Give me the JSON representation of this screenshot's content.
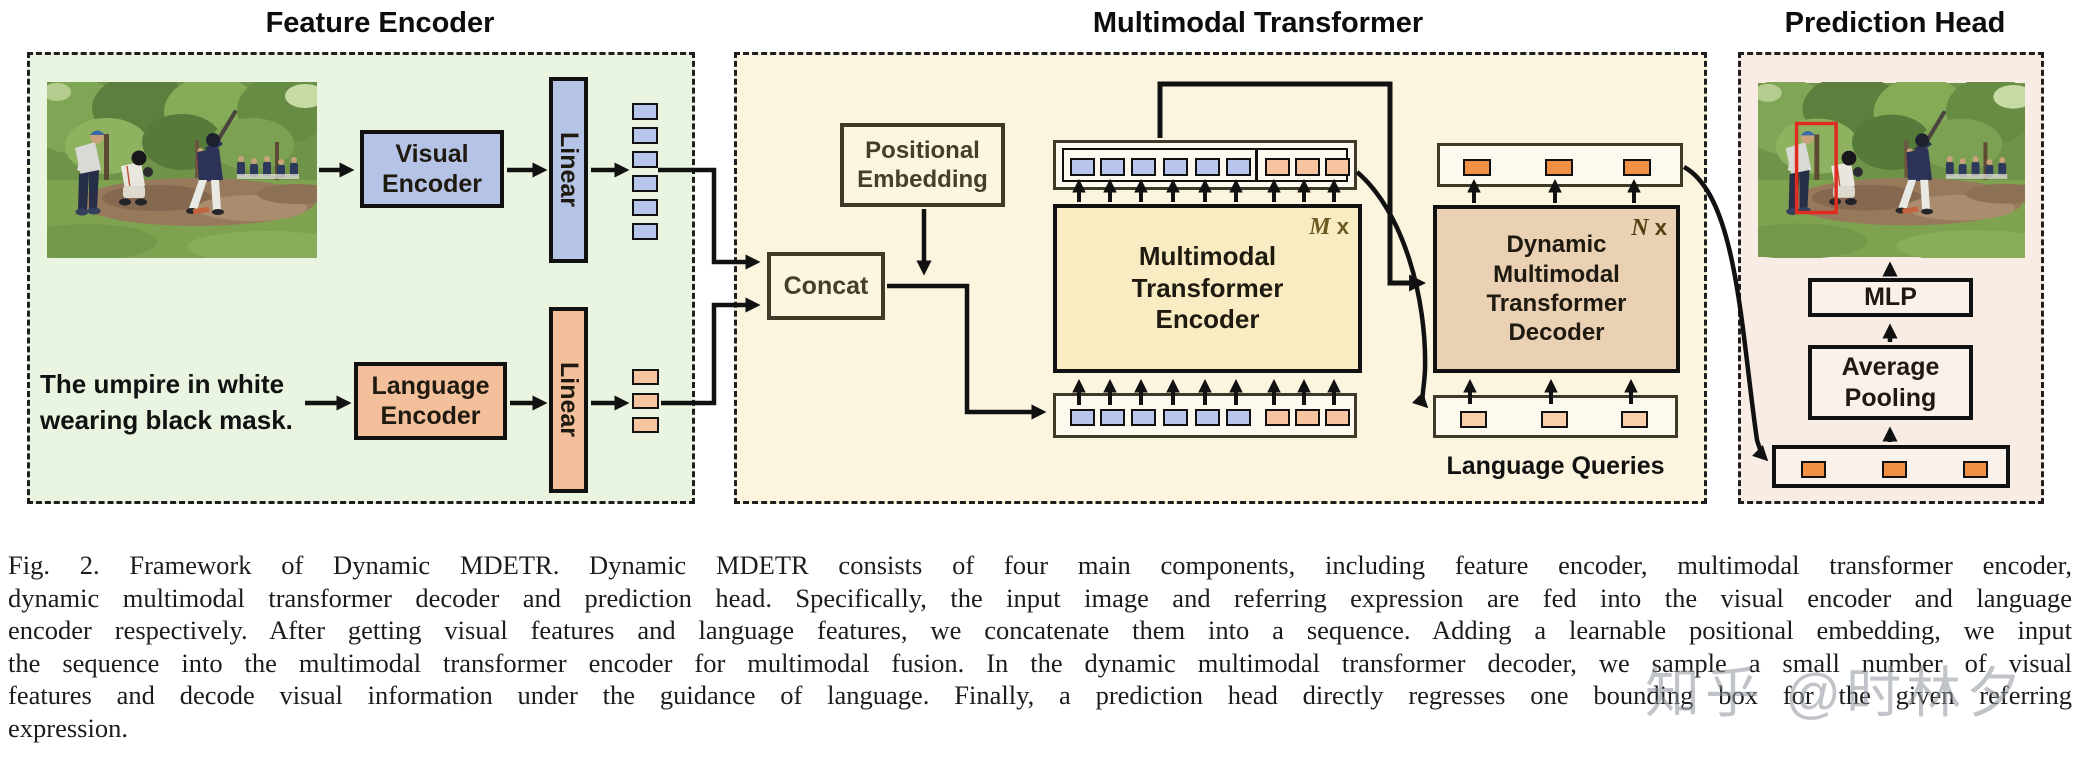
{
  "titles": {
    "feature": "Feature Encoder",
    "transformer": "Multimodal Transformer",
    "prediction": "Prediction Head"
  },
  "feature_encoder": {
    "query_lines": [
      "The umpire in white",
      "wearing black mask."
    ],
    "visual_encoder_lines": [
      "Visual",
      "Encoder"
    ],
    "language_encoder_lines": [
      "Language",
      "Encoder"
    ],
    "linear_label": "Linear"
  },
  "transformer": {
    "positional_embedding_lines": [
      "Positional",
      "Embedding"
    ],
    "concat_label": "Concat",
    "encoder_lines": [
      "Multimodal",
      "Transformer",
      "Encoder"
    ],
    "encoder_repeat": {
      "letter": "M",
      "times": "x"
    },
    "decoder_lines": [
      "Dynamic",
      "Multimodal",
      "Transformer",
      "Decoder"
    ],
    "decoder_repeat": {
      "letter": "N",
      "times": "x"
    },
    "language_queries_label": "Language Queries"
  },
  "prediction_head": {
    "mlp_label": "MLP",
    "avg_pooling_lines": [
      "Average",
      "Pooling"
    ]
  },
  "tokens": {
    "visual_feature_count": 6,
    "language_feature_count": 3,
    "language_query_count": 3,
    "decoder_output_count": 3
  },
  "caption": {
    "lines": [
      "Fig. 2.    Framework of Dynamic MDETR. Dynamic MDETR consists of four main components, including feature encoder, multimodal transformer encoder,",
      "dynamic multimodal transformer decoder and prediction head. Specifically, the input image and referring expression are fed into the visual encoder and language",
      "encoder respectively. After getting visual features and language features, we concatenate them into a sequence. Adding a learnable positional embedding, we input",
      "the sequence into the multimodal transformer encoder for multimodal fusion. In the dynamic multimodal transformer decoder, we sample a small number of visual",
      "features and decode visual information under the guidance of language. Finally, a prediction head directly regresses one bounding box for the given referring",
      "expression."
    ]
  },
  "watermark": "知乎 @时林夕",
  "colors": {
    "panel_feature_bg": "#eaf5e1",
    "panel_transformer_bg": "#fbf4de",
    "panel_prediction_bg": "#f8ece4",
    "visual_blue": "#b5c3e6",
    "language_orange": "#f4c09c",
    "encoder_yellow": "#f9ecc3",
    "decoder_tan": "#ead1b4",
    "query_token_orange": "#f19042",
    "pale_query_token": "#f8cfa8",
    "cream_box_bg": "#fcf6e1",
    "bbox_red": "#e02b20",
    "wire_black": "#111111"
  }
}
